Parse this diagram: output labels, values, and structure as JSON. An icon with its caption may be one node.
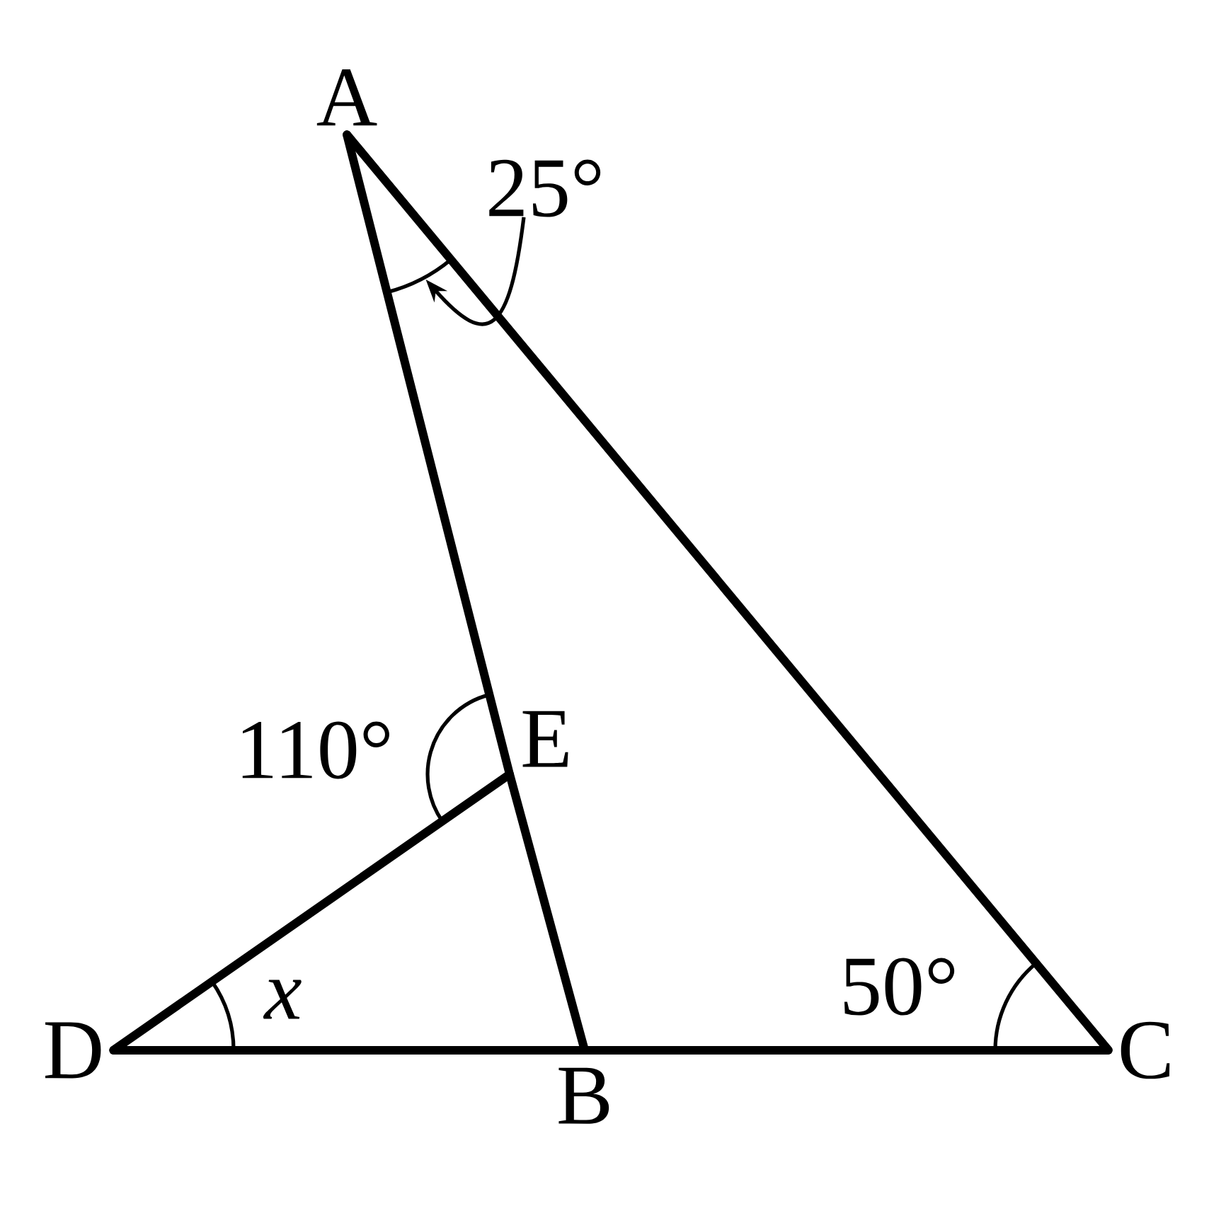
{
  "diagram": {
    "nodes": [
      {
        "text": [
          "A"
        ]
      },
      {
        "text": [
          "B"
        ]
      },
      {
        "text": [
          "C"
        ]
      },
      {
        "text": [
          "D"
        ]
      },
      {
        "text": [
          "E"
        ]
      },
      {
        "text": [
          "25°"
        ]
      },
      {
        "text": [],
        "shape": "arc"
      }
    ],
    "edges": [
      {
        "from": 0,
        "to": 4,
        "arrow": "none"
      },
      {
        "from": 4,
        "to": 1,
        "arrow": "none"
      },
      {
        "from": 0,
        "to": 2,
        "arrow": "none"
      },
      {
        "from": 3,
        "to": 1,
        "arrow": "none"
      },
      {
        "from": 1,
        "to": 2,
        "arrow": "none"
      },
      {
        "from": 3,
        "to": 4,
        "arrow": "none"
      },
      {
        "from": 5,
        "to": 6,
        "arrow": "to"
      }
    ],
    "labels": [
      "110°",
      "x",
      "50°"
    ]
  }
}
